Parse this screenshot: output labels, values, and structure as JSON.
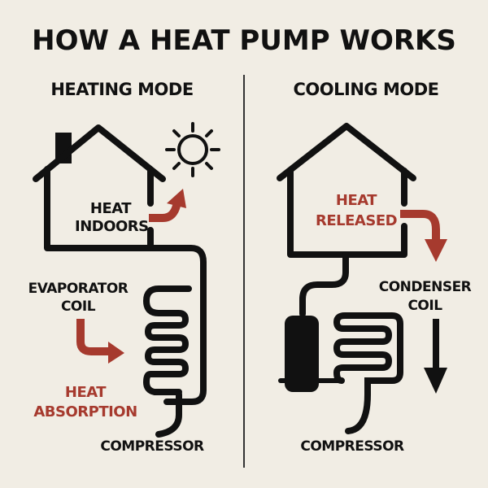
{
  "title": "HOW A HEAT PUMP WORKS",
  "colors": {
    "background": "#f1ede4",
    "ink": "#111111",
    "accent_red": "#a63a2e",
    "divider": "#333333"
  },
  "heating": {
    "heading": "HEATING MODE",
    "house_label_line1": "HEAT",
    "house_label_line2": "INDOORS",
    "coil_label_line1": "EVAPORATOR",
    "coil_label_line2": "COIL",
    "absorption_line1": "HEAT",
    "absorption_line2": "ABSORPTION",
    "compressor_label": "COMPRESSOR",
    "icons": [
      "house-with-chimney-icon",
      "sun-icon",
      "curved-arrow-up-icon",
      "curved-arrow-right-icon",
      "coil-icon"
    ]
  },
  "cooling": {
    "heading": "COOLING MODE",
    "house_label_line1": "HEAT",
    "house_label_line2": "RELEASED",
    "coil_label_line1": "CONDENSER",
    "coil_label_line2": "COIL",
    "compressor_label": "COMPRESSOR",
    "icons": [
      "house-icon",
      "curved-arrow-down-icon",
      "compressor-tank-icon",
      "coil-icon",
      "down-arrow-icon"
    ]
  }
}
